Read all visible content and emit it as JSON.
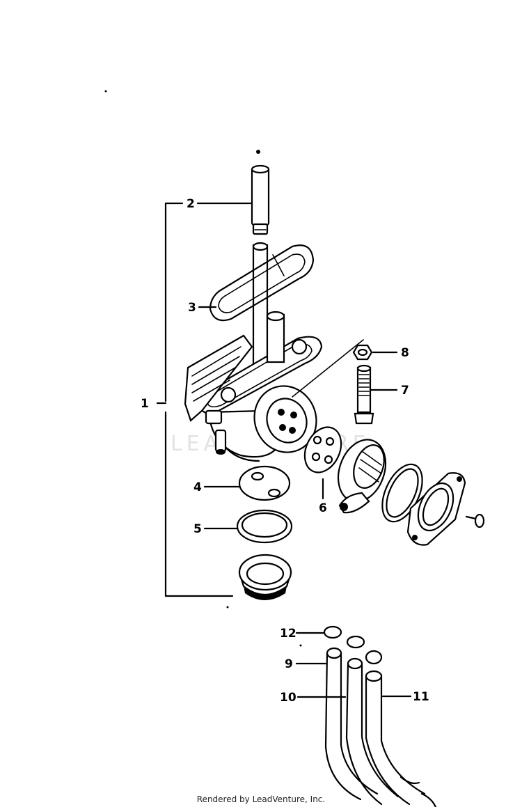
{
  "callouts": {
    "c1": "1",
    "c2": "2",
    "c3": "3",
    "c4": "4",
    "c5": "5",
    "c6": "6",
    "c7": "7",
    "c8": "8",
    "c9": "9",
    "c10": "10",
    "c11": "11",
    "c12": "12"
  },
  "watermark": "LEADVENTURE",
  "credit": "Rendered by LeadVenture, Inc."
}
